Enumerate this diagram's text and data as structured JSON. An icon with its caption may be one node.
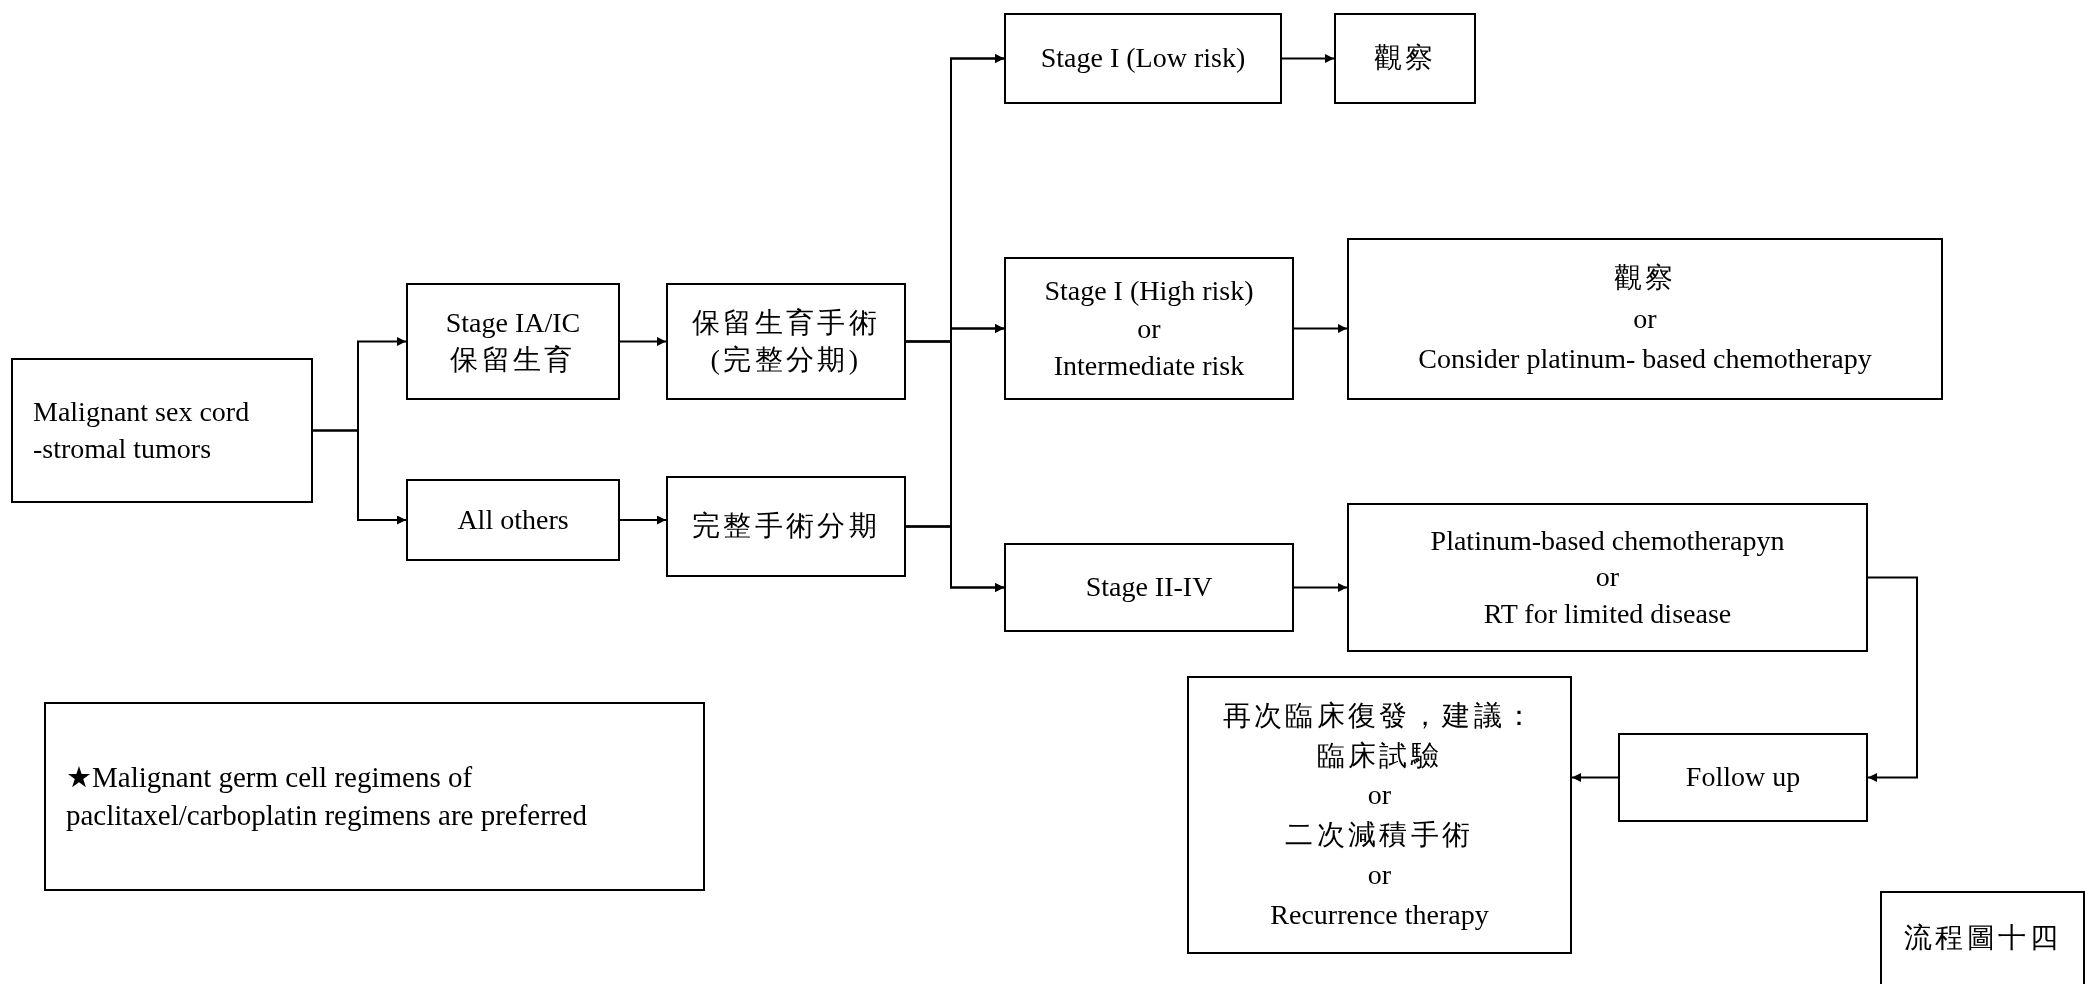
{
  "diagram": {
    "nodes": [
      {
        "text": [
          "Malignant sex cord -stromal tumors"
        ]
      },
      {
        "text": [
          "Stage IA/IC",
          "保留生育"
        ]
      },
      {
        "text": [
          "保留生育手術",
          "(完整分期)"
        ]
      },
      {
        "text": [
          "All others"
        ]
      },
      {
        "text": [
          "完整手術分期"
        ]
      },
      {
        "text": [
          "Stage I (Low risk)"
        ]
      },
      {
        "text": [
          "觀察"
        ]
      },
      {
        "text": [
          "Stage I (High risk)",
          "or",
          "Intermediate risk"
        ]
      },
      {
        "text": [
          "觀察",
          "or",
          "Consider platinum- based chemotherapy"
        ]
      },
      {
        "text": [
          "Stage II-IV"
        ]
      },
      {
        "text": [
          "Platinum-based chemotherapyn",
          "or",
          "RT for limited disease"
        ]
      },
      {
        "text": [
          "Follow up"
        ]
      },
      {
        "text": [
          "再次臨床復發，建議：",
          "臨床試驗",
          "or",
          "二次減積手術",
          "or",
          "Recurrence therapy"
        ]
      },
      {
        "text": [
          "★Malignant germ cell regimens of paclitaxel/carboplatin regimens are preferred"
        ]
      },
      {
        "text": [
          "流程圖十四"
        ]
      }
    ],
    "edges": [
      {
        "from": 0,
        "to": 1,
        "arrow": "to"
      },
      {
        "from": 0,
        "to": 3,
        "arrow": "to"
      },
      {
        "from": 1,
        "to": 2,
        "arrow": "to"
      },
      {
        "from": 3,
        "to": 4,
        "arrow": "to"
      },
      {
        "from": 2,
        "to": 5,
        "arrow": "to"
      },
      {
        "from": 2,
        "to": 7,
        "arrow": "to"
      },
      {
        "from": 2,
        "to": 9,
        "arrow": "to"
      },
      {
        "from": 4,
        "to": 5,
        "arrow": "to"
      },
      {
        "from": 4,
        "to": 7,
        "arrow": "to"
      },
      {
        "from": 4,
        "to": 9,
        "arrow": "to"
      },
      {
        "from": 5,
        "to": 6,
        "arrow": "to"
      },
      {
        "from": 7,
        "to": 8,
        "arrow": "to"
      },
      {
        "from": 9,
        "to": 10,
        "arrow": "to"
      },
      {
        "from": 10,
        "to": 11,
        "arrow": "to"
      },
      {
        "from": 11,
        "to": 12,
        "arrow": "to"
      }
    ]
  }
}
